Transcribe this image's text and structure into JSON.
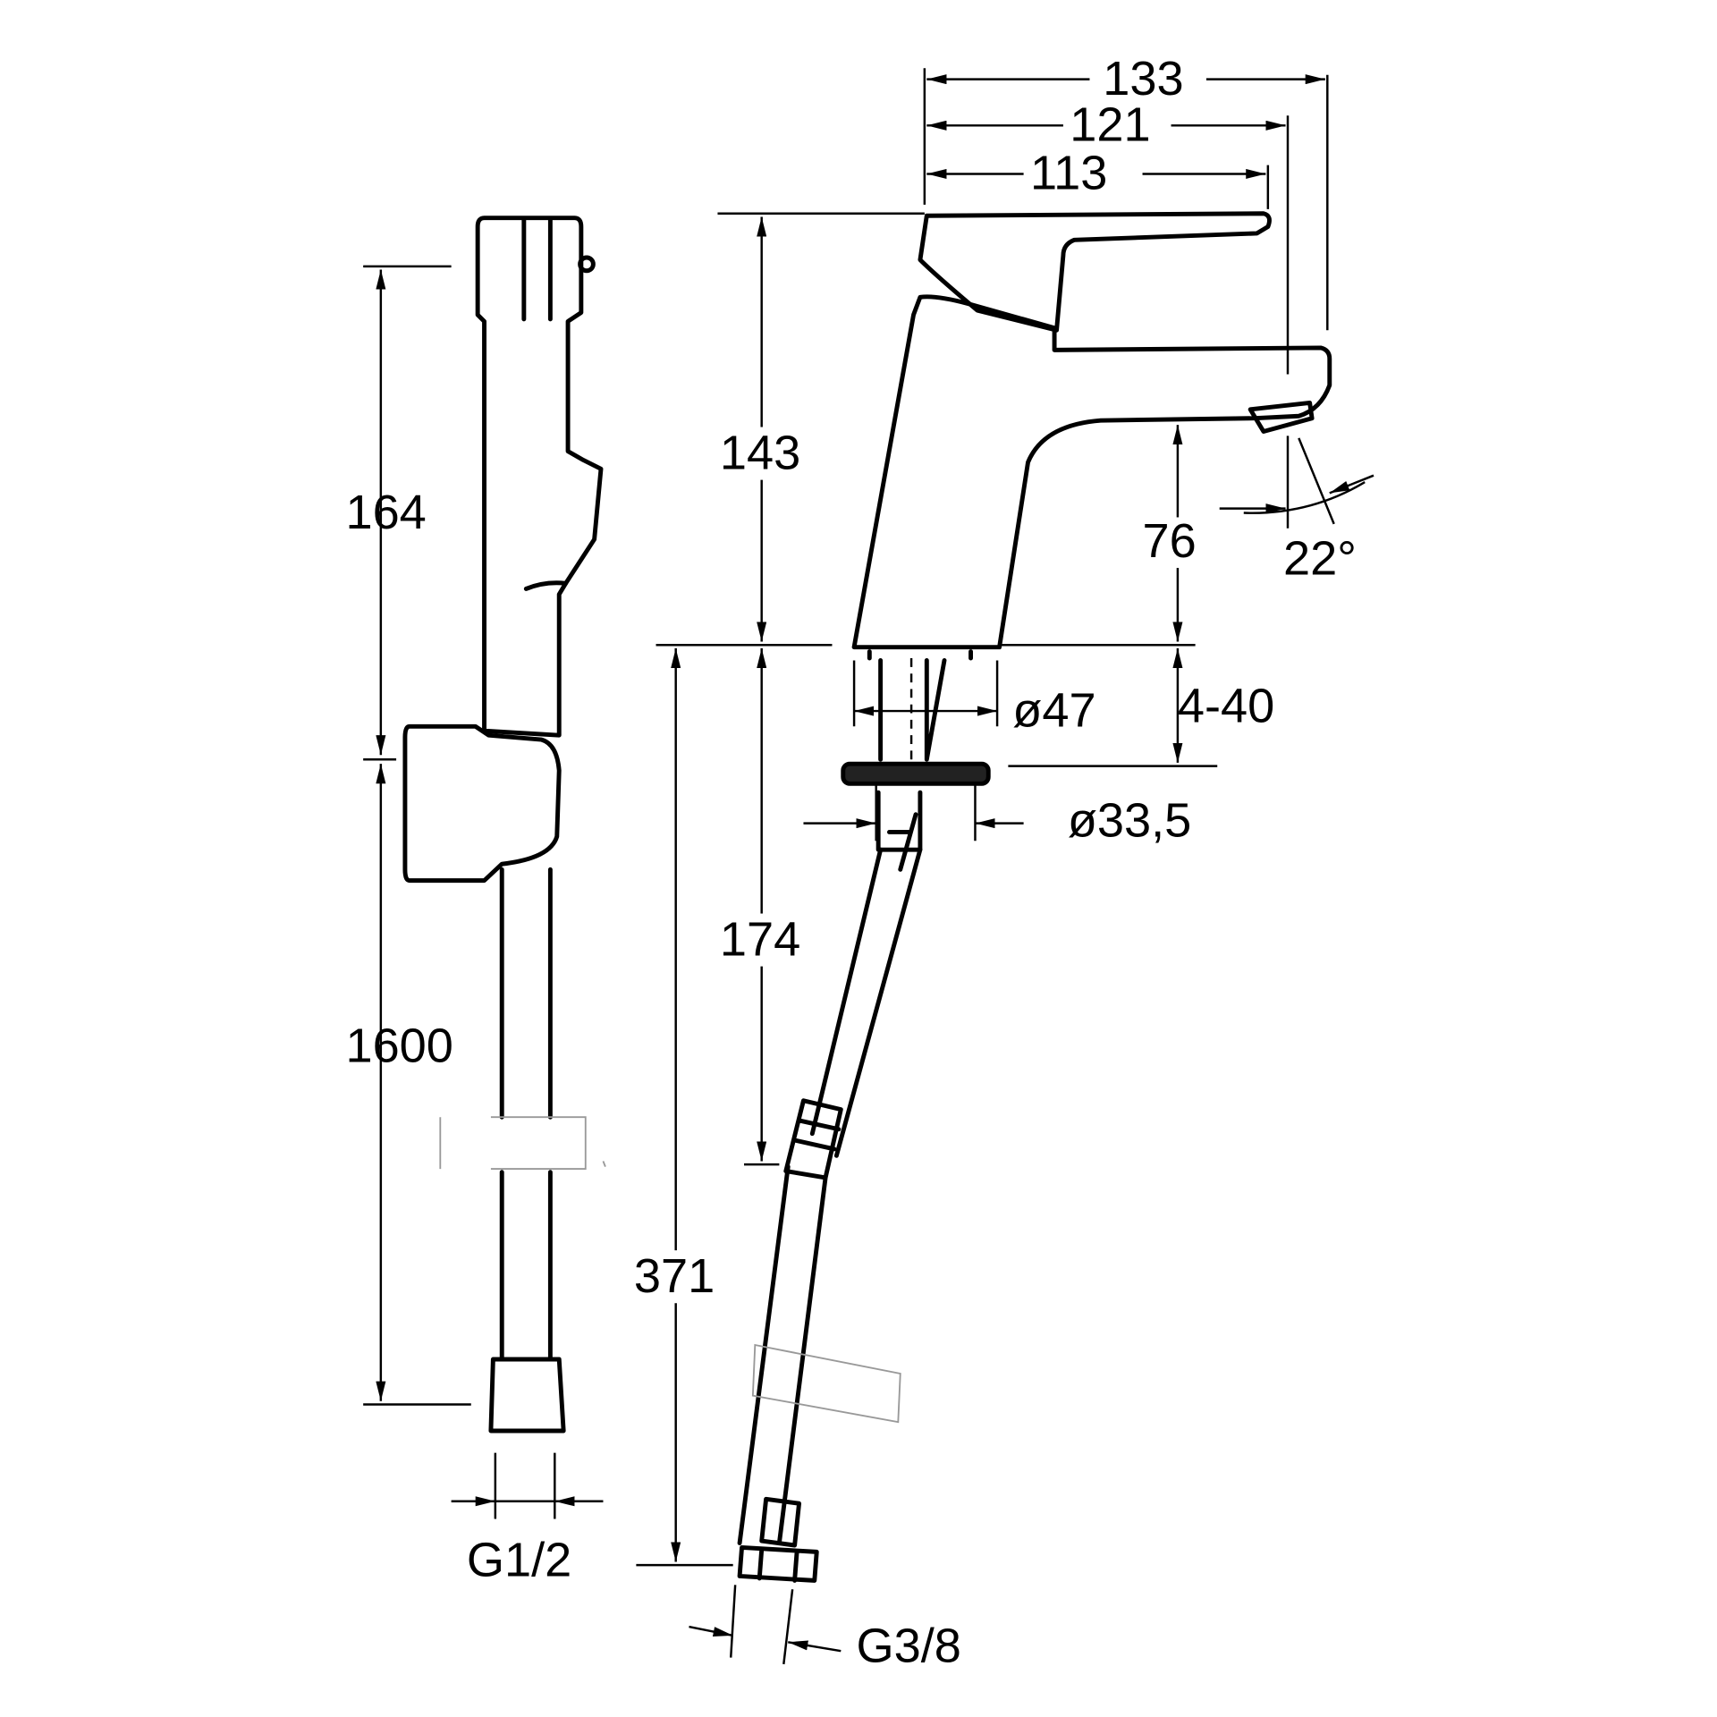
{
  "drawing": {
    "type": "technical-dimension-drawing",
    "line_color": "#000000",
    "background": "#ffffff",
    "side_view": {
      "dimensions": {
        "height_upper": "164",
        "hose_length": "1600",
        "thread": "G1/2"
      }
    },
    "front_view": {
      "dimensions": {
        "width_total": "133",
        "width_mid": "121",
        "width_inner": "113",
        "height_body": "143",
        "spout_clearance": "76",
        "spout_angle": "22°",
        "deck_thickness": "4-40",
        "base_diameter": "ø47",
        "hole_diameter": "ø33,5",
        "shank_length": "174",
        "hose_length": "371",
        "hose_thread": "G3/8"
      }
    }
  }
}
